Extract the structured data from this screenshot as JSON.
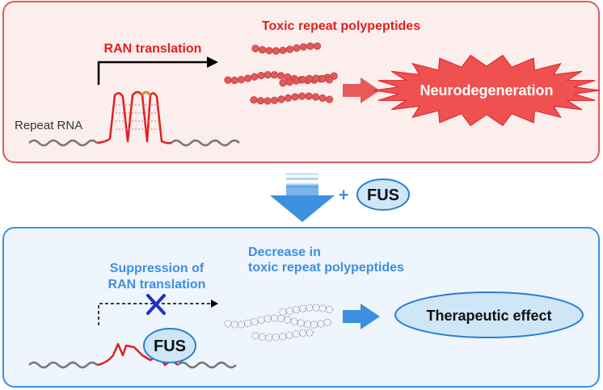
{
  "top_panel": {
    "title": "Toxic repeat polypeptides",
    "process_label": "RAN translation",
    "rna_label": "Repeat RNA",
    "outcome": "Neurodegeneration",
    "colors": {
      "border": "#e05a5a",
      "background": "#fdeeee",
      "accent": "#e02020",
      "bead": "#e05a5a"
    }
  },
  "middle": {
    "plus": "+",
    "agent": "FUS",
    "colors": {
      "arrow": "#3d8fe0",
      "bubble_fill": "#cfe6f7",
      "bubble_stroke": "#2a7fd0"
    }
  },
  "bottom_panel": {
    "title_line1": "Decrease in",
    "title_line2": "toxic repeat polypeptides",
    "suppression_line1": "Suppression of",
    "suppression_line2": "RAN translation",
    "fus_label": "FUS",
    "outcome": "Therapeutic effect",
    "colors": {
      "border": "#3d8fe0",
      "background": "#eef5fc",
      "accent": "#3d8fe0",
      "block_mark": "#2030c0"
    }
  }
}
